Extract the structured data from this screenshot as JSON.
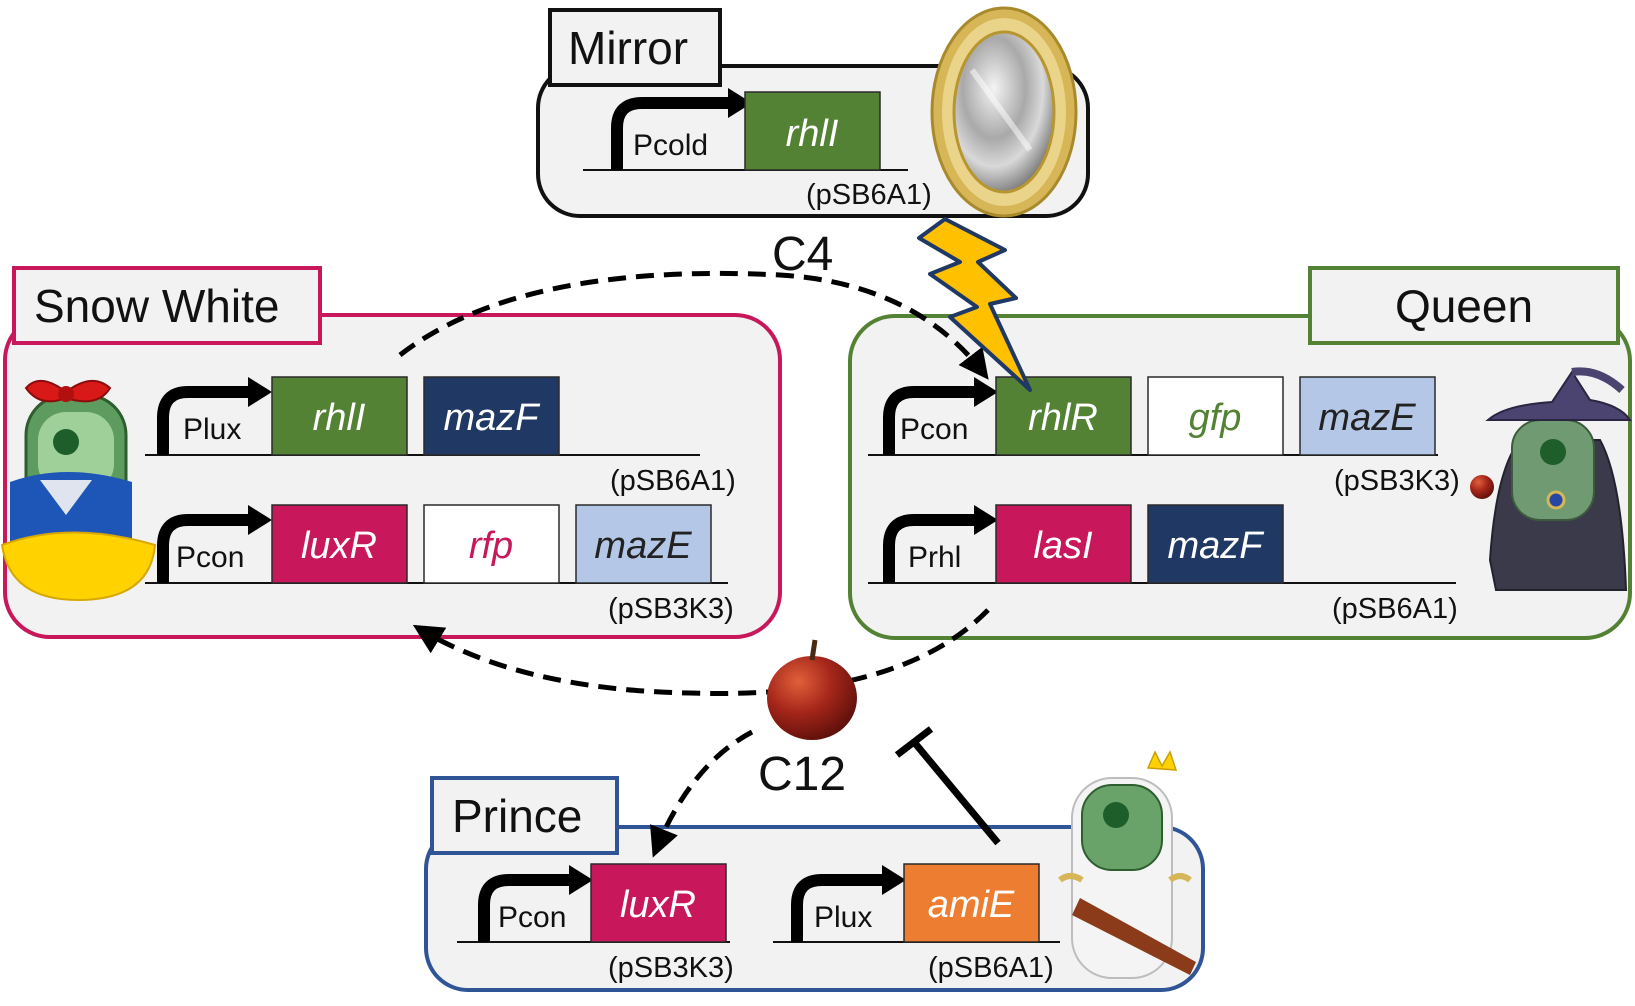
{
  "colors": {
    "snow_white": "#c8175a",
    "queen": "#548235",
    "prince": "#2f5597",
    "mirror": "#111111",
    "gene_green": "#548235",
    "gene_navy": "#1f3864",
    "gene_crimson": "#c8175a",
    "gene_lightblue": "#b4c7e7",
    "gene_orange": "#ed7d31",
    "panel_fill": "#f2f2f2"
  },
  "signals": {
    "c4": "C4",
    "c12": "C12"
  },
  "mirror": {
    "title": "Mirror",
    "promoter": "Pcold",
    "gene": "rhlI",
    "plasmid": "(pSB6A1)",
    "icon": "mirror-icon"
  },
  "snow_white": {
    "title": "Snow White",
    "icon": "snow-white-character-icon",
    "row1": {
      "promoter": "Plux",
      "genes": [
        "rhlI",
        "mazF"
      ],
      "plasmid": "(pSB6A1)"
    },
    "row2": {
      "promoter": "Pcon",
      "genes": [
        "luxR",
        "rfp",
        "mazE"
      ],
      "plasmid": "(pSB3K3)"
    }
  },
  "queen": {
    "title": "Queen",
    "icon": "queen-witch-character-icon",
    "row1": {
      "promoter": "Pcon",
      "genes": [
        "rhlR",
        "gfp",
        "mazE"
      ],
      "plasmid": "(pSB3K3)"
    },
    "row2": {
      "promoter": "Prhl",
      "genes": [
        "lasI",
        "mazF"
      ],
      "plasmid": "(pSB6A1)"
    }
  },
  "prince": {
    "title": "Prince",
    "icon": "prince-character-icon",
    "part1": {
      "promoter": "Pcon",
      "gene": "luxR",
      "plasmid": "(pSB3K3)"
    },
    "part2": {
      "promoter": "Plux",
      "gene": "amiE",
      "plasmid": "(pSB6A1)"
    }
  },
  "icons": {
    "lightning": "lightning-bolt-icon",
    "apple": "apple-icon"
  }
}
